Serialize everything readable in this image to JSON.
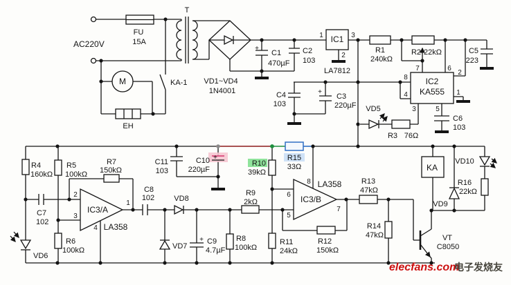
{
  "section_power": {
    "ac_input": "AC220V",
    "fuse": "FU",
    "fuse_rating": "15A",
    "transformer": "T",
    "relay_contact": "KA-1",
    "motor": "M",
    "heater": "EH",
    "rectifier": "VD1~VD4",
    "rectifier_part": "1N4001"
  },
  "components": {
    "C1": {
      "des": "C1",
      "val": "470µF"
    },
    "C2": {
      "des": "C2",
      "val": "103"
    },
    "C3": {
      "des": "C3",
      "val": "220µF"
    },
    "C4": {
      "des": "C4",
      "val": "103"
    },
    "C5": {
      "des": "C5",
      "val": "223"
    },
    "C6": {
      "des": "C6",
      "val": "103"
    },
    "C7": {
      "des": "C7",
      "val": "102"
    },
    "C8": {
      "des": "C8",
      "val": "102"
    },
    "C9": {
      "des": "C9",
      "val": "4.7µF"
    },
    "C10": {
      "des": "C10",
      "val": "220µF"
    },
    "C11": {
      "des": "C11",
      "val": "103"
    },
    "R1": {
      "des": "R1",
      "val": "240kΩ"
    },
    "R2": {
      "des": "R2",
      "val": "22kΩ"
    },
    "R3": {
      "des": "R3",
      "val": "76Ω"
    },
    "R4": {
      "des": "R4",
      "val": "160kΩ"
    },
    "R5": {
      "des": "R5",
      "val": "100kΩ"
    },
    "R6": {
      "des": "R6",
      "val": "100kΩ"
    },
    "R7": {
      "des": "R7",
      "val": "150kΩ"
    },
    "R8": {
      "des": "R8",
      "val": "100kΩ"
    },
    "R9": {
      "des": "R9",
      "val": "2kΩ"
    },
    "R10": {
      "des": "R10",
      "val": "39kΩ"
    },
    "R11": {
      "des": "R11",
      "val": "24kΩ"
    },
    "R12": {
      "des": "R12",
      "val": "150kΩ"
    },
    "R13": {
      "des": "R13",
      "val": "47kΩ"
    },
    "R14": {
      "des": "R14",
      "val": "47kΩ"
    },
    "R15": {
      "des": "R15",
      "val": "33Ω"
    },
    "R16": {
      "des": "R16",
      "val": "22kΩ"
    },
    "VD5": {
      "des": "VD5"
    },
    "VD6": {
      "des": "VD6"
    },
    "VD7": {
      "des": "VD7"
    },
    "VD8": {
      "des": "VD8"
    },
    "VD9": {
      "des": "VD9"
    },
    "VD10": {
      "des": "VD10"
    },
    "VT": {
      "des": "VT",
      "val": "C8050"
    },
    "KA": {
      "des": "KA"
    }
  },
  "ics": {
    "IC1": {
      "name": "IC1",
      "part": "LA7812",
      "pins": {
        "p1": "1",
        "p2": "2",
        "p3": "3"
      }
    },
    "IC2": {
      "name": "IC2",
      "part": "KA555",
      "pins": {
        "p1": "1",
        "p2": "2",
        "p3": "3",
        "p4": "4",
        "p5": "5",
        "p6": "6",
        "p7": "7",
        "p8": "8"
      }
    },
    "IC3A": {
      "name": "IC3/A",
      "part": "LA358",
      "pins": {
        "p1": "1",
        "p2": "2",
        "p3": "3",
        "p4": "4"
      }
    },
    "IC3B": {
      "name": "IC3/B",
      "part": "LA358",
      "pins": {
        "p5": "5",
        "p6": "6",
        "p7": "7",
        "p8": "8"
      }
    }
  },
  "symbols": {
    "plus": "+"
  },
  "watermark": {
    "brand": "elecfans.com",
    "site_cn": "电子发烧友"
  },
  "colors": {
    "wire_red": "#8b1a1a",
    "wire_green": "#1e8f3e",
    "wire_blue": "#2f6fc4",
    "highlight_green_bg": "#8fe39b",
    "highlight_blue_bg": "#cfe2f7",
    "highlight_blue": "#2f6fc4",
    "cap_pink_bg": "#f6c3cf",
    "cap_pink_plate": "#d6336c",
    "watermark_red": "#cc1111"
  }
}
